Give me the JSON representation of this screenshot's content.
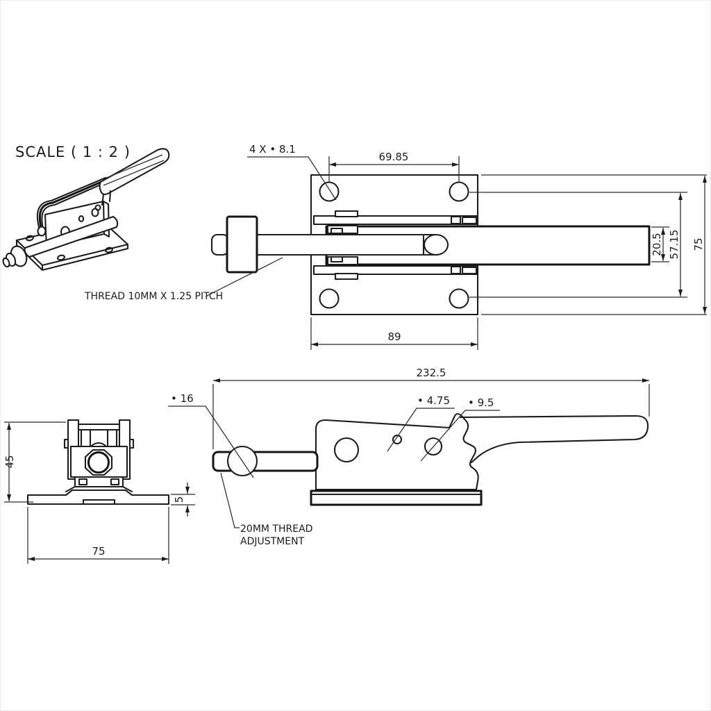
{
  "scale_label": "SCALE ( 1 : 2 )",
  "notes": {
    "thread": "THREAD 10MM X 1.25 PITCH",
    "adjustment_line1": "20MM THREAD",
    "adjustment_line2": "ADJUSTMENT"
  },
  "top_view": {
    "holes_label": "4 X • 8.1",
    "hole_spacing_h": "69.85",
    "bar_width": "20.5",
    "hole_spacing_v": "57.15",
    "plate_height": "75",
    "plate_width": "89"
  },
  "front_view": {
    "overall_height": "45",
    "base_thickness": "5",
    "base_width": "75"
  },
  "side_view": {
    "overall_length": "232.5",
    "rod_diameter": "• 16",
    "small_hole_diameter": "• 4.75",
    "pivot_hole_diameter": "• 9.5"
  },
  "colors": {
    "line": "#1c1c1c",
    "background": "#ffffff"
  }
}
